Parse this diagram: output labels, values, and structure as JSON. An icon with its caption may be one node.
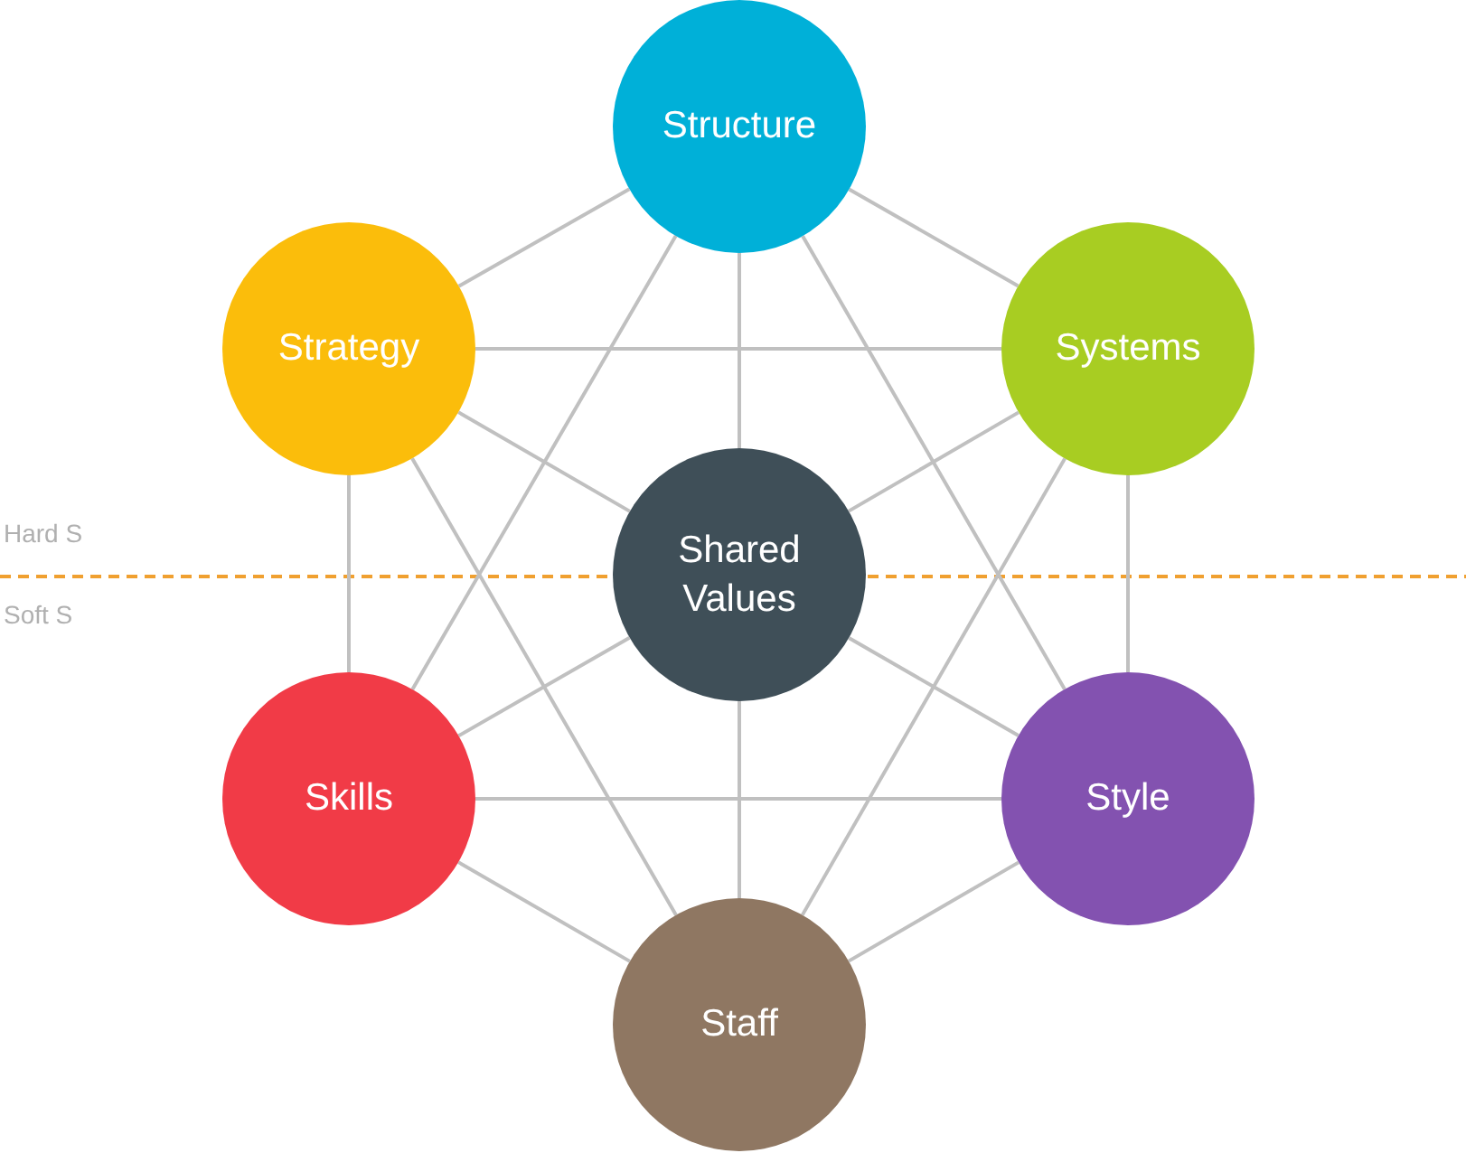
{
  "diagram": {
    "nodes": [
      {
        "text": [
          "Structure"
        ]
      },
      {
        "text": [
          "Strategy"
        ]
      },
      {
        "text": [
          "Systems"
        ]
      },
      {
        "text": [
          "Shared Values"
        ]
      },
      {
        "text": [
          "Skills"
        ]
      },
      {
        "text": [
          "Style"
        ]
      },
      {
        "text": [
          "Staff"
        ]
      }
    ],
    "edges": [
      {
        "from": 3,
        "to": 0,
        "arrow": "none"
      },
      {
        "from": 3,
        "to": 1,
        "arrow": "none"
      },
      {
        "from": 3,
        "to": 2,
        "arrow": "none"
      },
      {
        "from": 3,
        "to": 4,
        "arrow": "none"
      },
      {
        "from": 3,
        "to": 5,
        "arrow": "none"
      },
      {
        "from": 3,
        "to": 6,
        "arrow": "none"
      },
      {
        "from": 0,
        "to": 1,
        "arrow": "none"
      },
      {
        "from": 0,
        "to": 2,
        "arrow": "none"
      },
      {
        "from": 1,
        "to": 4,
        "arrow": "none"
      },
      {
        "from": 2,
        "to": 5,
        "arrow": "none"
      },
      {
        "from": 4,
        "to": 6,
        "arrow": "none"
      },
      {
        "from": 5,
        "to": 6,
        "arrow": "none"
      },
      {
        "from": 1,
        "to": 2,
        "arrow": "none"
      },
      {
        "from": 4,
        "to": 5,
        "arrow": "none"
      },
      {
        "from": 0,
        "to": 4,
        "arrow": "none"
      },
      {
        "from": 0,
        "to": 5,
        "arrow": "none"
      },
      {
        "from": 1,
        "to": 6,
        "arrow": "none"
      },
      {
        "from": 2,
        "to": 6,
        "arrow": "none"
      }
    ],
    "labels": [
      "Hard S",
      "Soft S"
    ]
  }
}
